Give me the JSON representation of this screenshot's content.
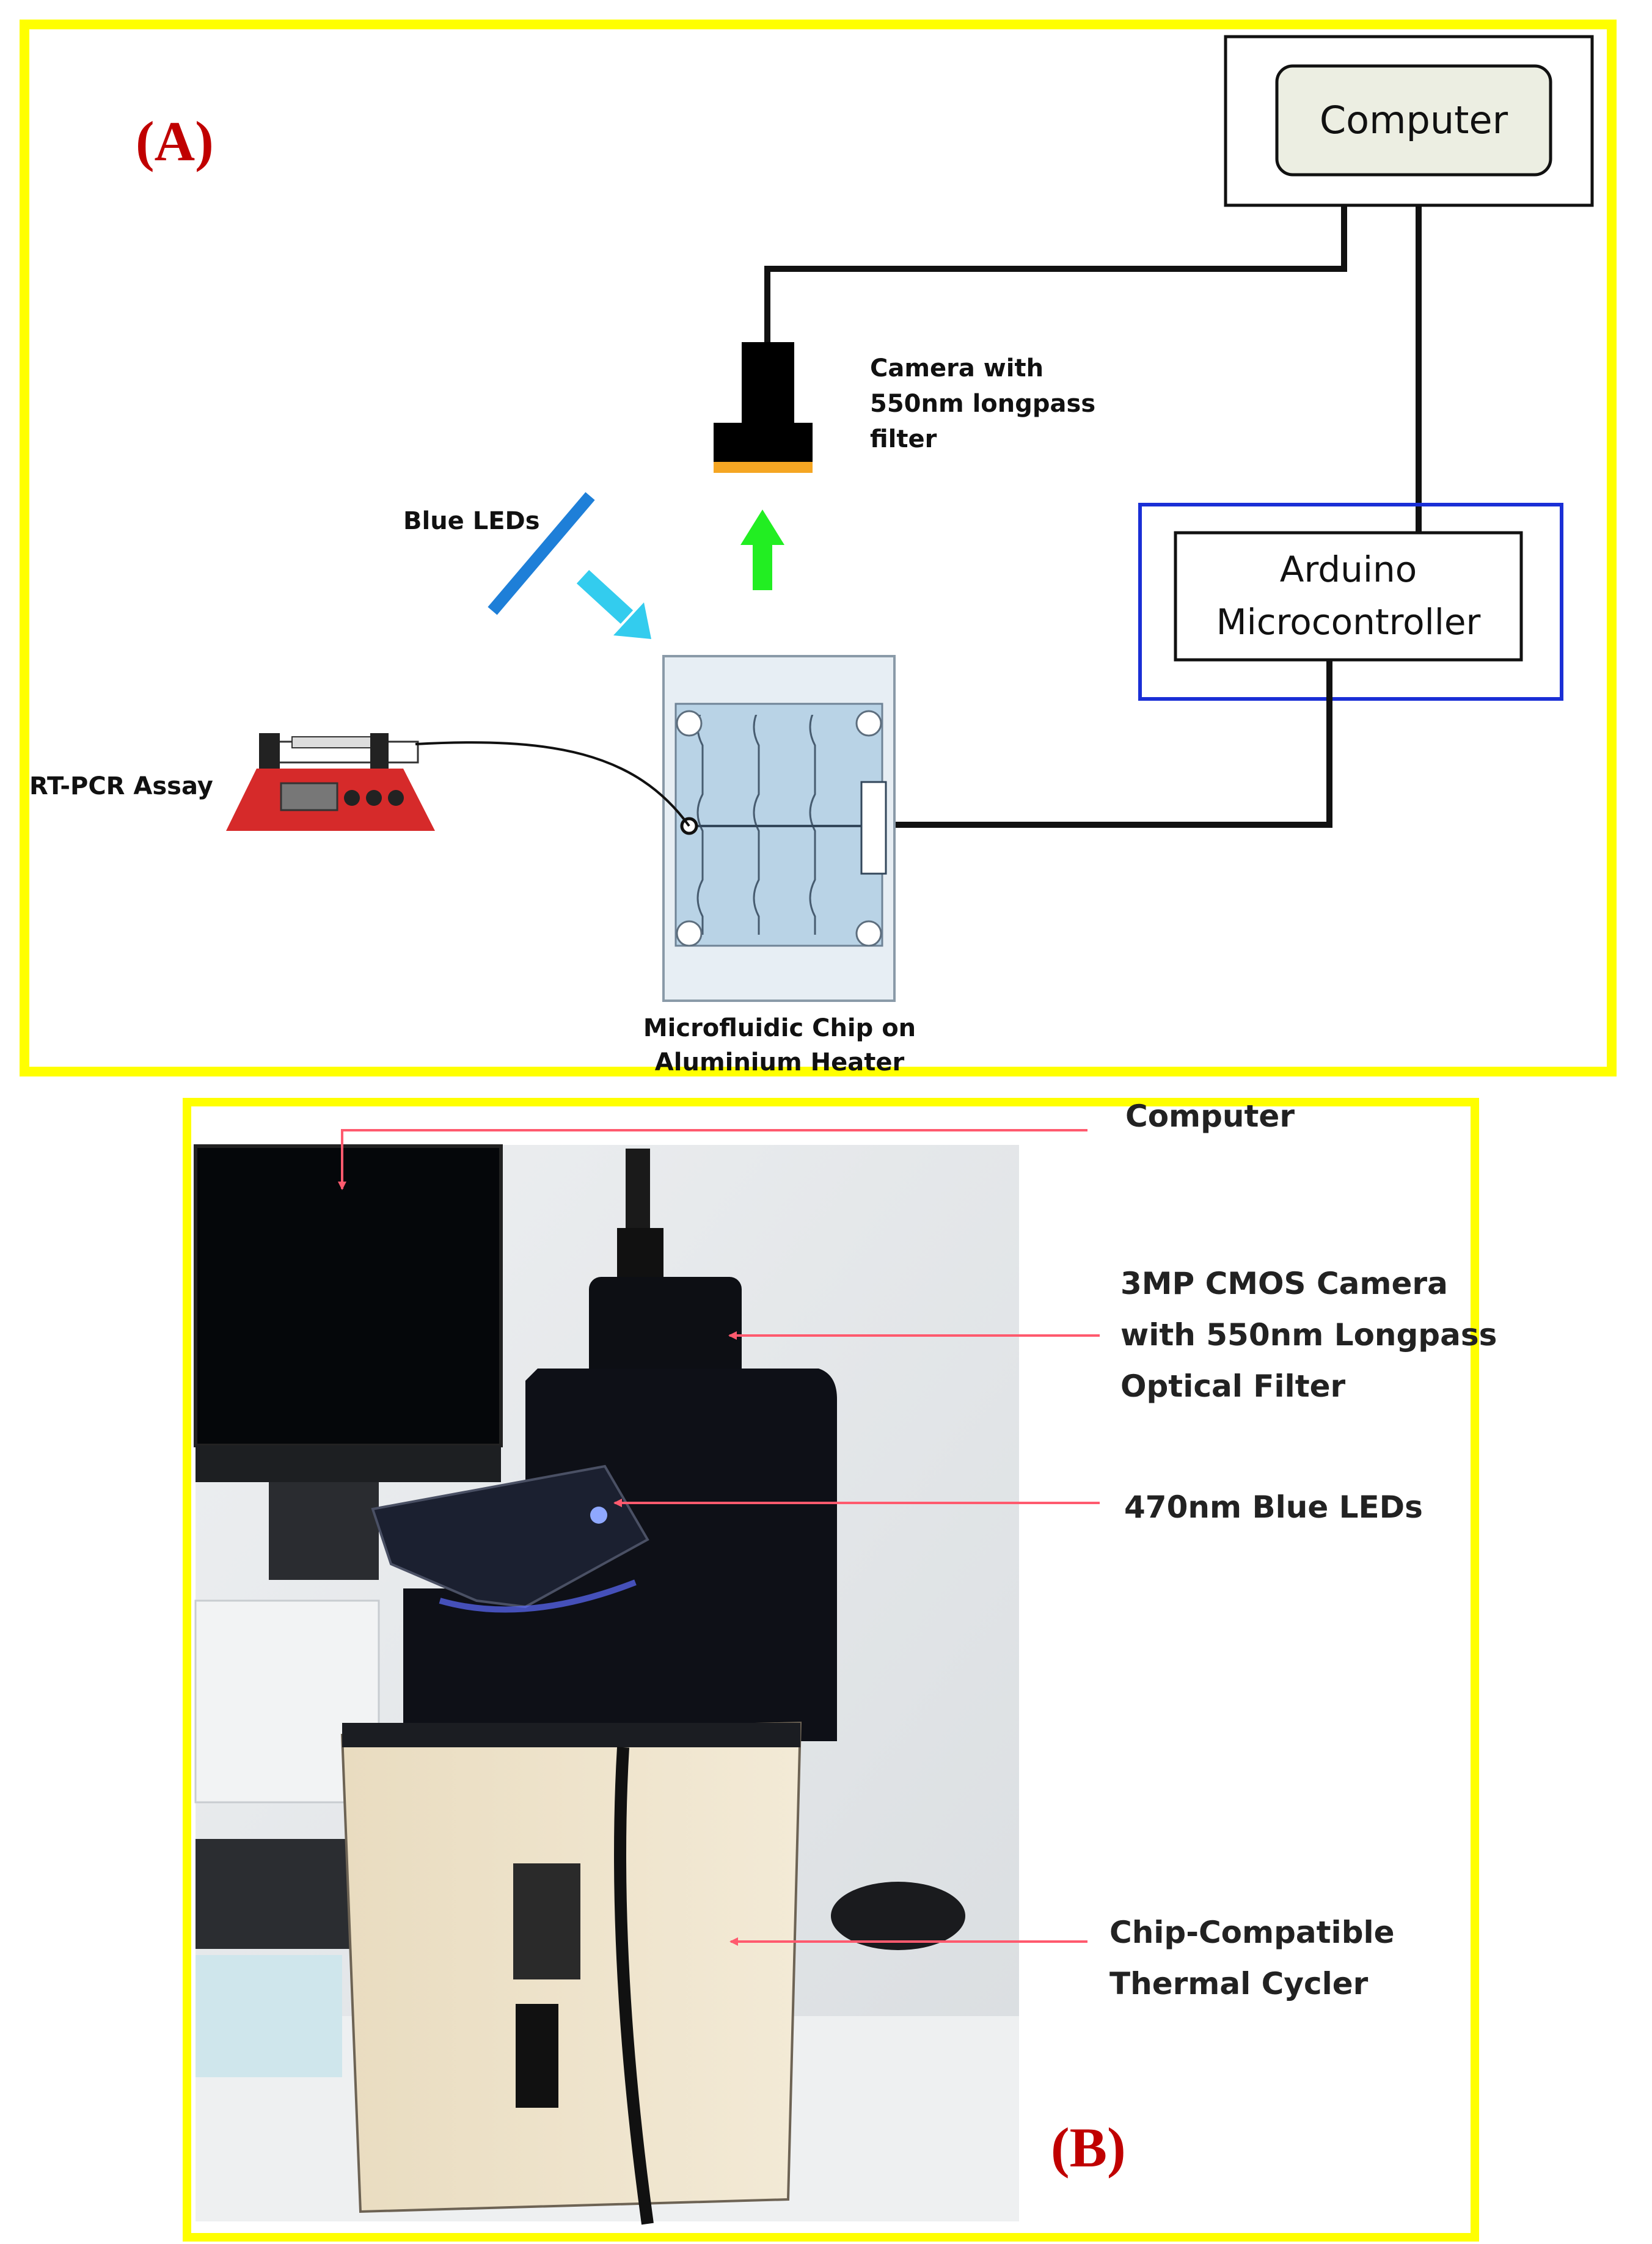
{
  "panel_a": {
    "letter": "(A)",
    "computer_label": "Computer",
    "arduino_label_line1": "Arduino",
    "arduino_label_line2": "Microcontroller",
    "camera_label_line1": "Camera with",
    "camera_label_line2": "550nm longpass",
    "camera_label_line3": "filter",
    "leds_label": "Blue LEDs",
    "assay_label": "RT-PCR Assay",
    "chip_label_line1": "Microfluidic Chip on",
    "chip_label_line2": "Aluminium Heater"
  },
  "panel_b": {
    "letter": "(B)",
    "computer_label": "Computer",
    "camera_label_line1": "3MP CMOS Camera",
    "camera_label_line2": "with 550nm Longpass",
    "camera_label_line3": "Optical Filter",
    "leds_label": "470nm Blue LEDs",
    "cycler_label_line1": "Chip-Compatible",
    "cycler_label_line2": "Thermal Cycler"
  },
  "colors": {
    "frame_yellow": "#ffff00",
    "arduino_frame_blue": "#1a2fd6",
    "panel_letter_red": "#c00000",
    "led_blue": "#1e7fd8",
    "light_arrow_cyan": "#33ccee",
    "emission_arrow_green": "#22ee22",
    "filter_orange": "#f5a623",
    "pump_red": "#d62a2a",
    "chip_blue": "#b9d3e6",
    "pointer_red": "#ff5a6e"
  },
  "icons": [
    "camera-icon",
    "led-strip-icon",
    "syringe-pump-icon",
    "microfluidic-chip-icon",
    "arrow-icon"
  ]
}
